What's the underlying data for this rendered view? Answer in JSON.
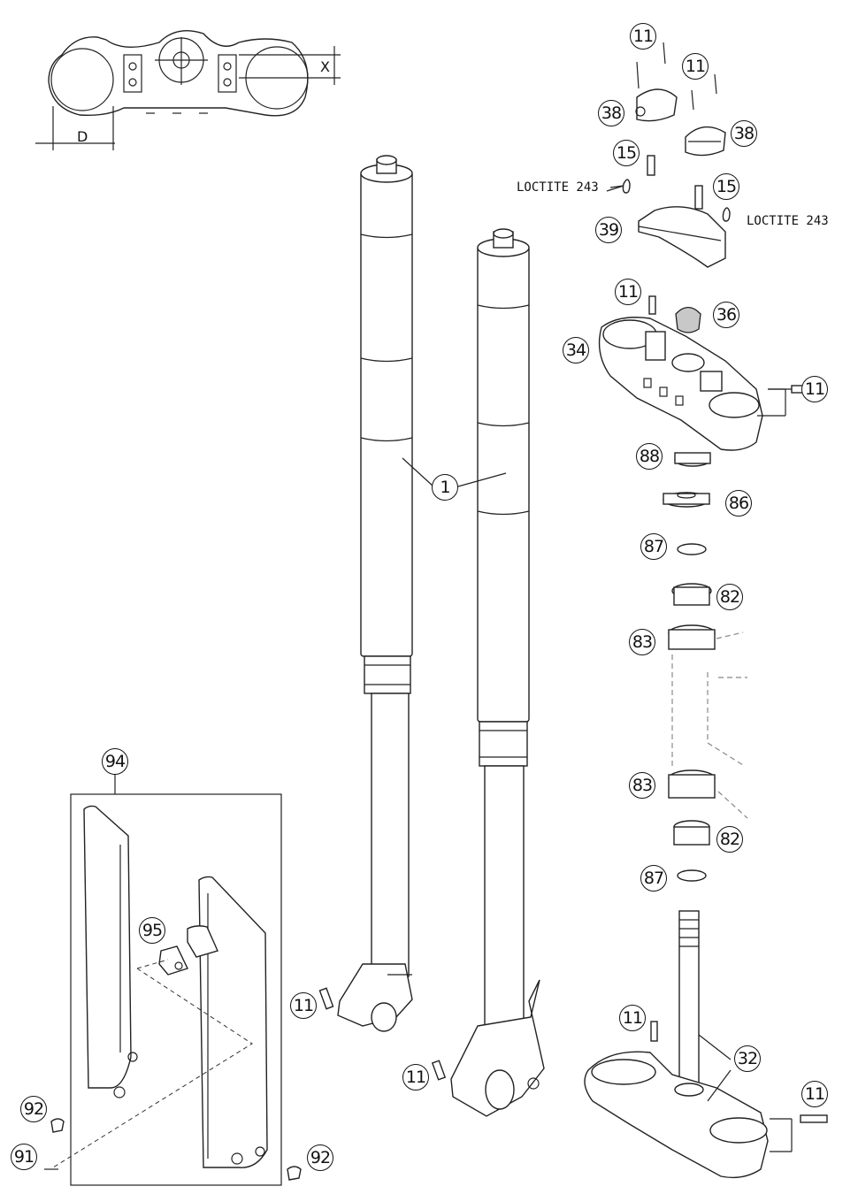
{
  "callouts": [
    {
      "id": "11",
      "text": "11"
    },
    {
      "id": "38",
      "text": "38"
    },
    {
      "id": "15",
      "text": "15"
    },
    {
      "id": "39",
      "text": "39"
    },
    {
      "id": "36",
      "text": "36"
    },
    {
      "id": "34",
      "text": "34"
    },
    {
      "id": "88",
      "text": "88"
    },
    {
      "id": "86",
      "text": "86"
    },
    {
      "id": "87",
      "text": "87"
    },
    {
      "id": "82",
      "text": "82"
    },
    {
      "id": "83",
      "text": "83"
    },
    {
      "id": "1",
      "text": "1"
    },
    {
      "id": "94",
      "text": "94"
    },
    {
      "id": "95",
      "text": "95"
    },
    {
      "id": "92",
      "text": "92"
    },
    {
      "id": "91",
      "text": "91"
    },
    {
      "id": "32",
      "text": "32"
    }
  ],
  "notes": {
    "loctite_left": "LOCTITE 243",
    "loctite_right": "LOCTITE 243"
  },
  "dimensions": {
    "d": "D",
    "x": "X"
  }
}
